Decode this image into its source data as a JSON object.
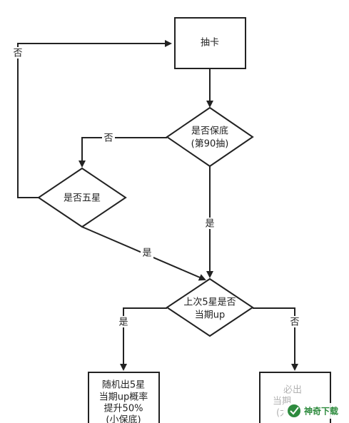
{
  "nodes": {
    "draw_card": {
      "label": "抽卡"
    },
    "is_pity": {
      "lines": [
        "是否保底",
        "(第90抽)"
      ]
    },
    "is_five_star": {
      "label": "是否五星"
    },
    "last_five_star_up": {
      "lines": [
        "上次5星是否",
        "当期up"
      ]
    },
    "random_five_star": {
      "lines": [
        "随机出5星",
        "当期up概率",
        "提升50%",
        "(小保底)"
      ]
    },
    "guaranteed_up": {
      "lines": [
        "必出",
        "当期",
        "(大"
      ]
    }
  },
  "edges": {
    "no_loop_back": "否",
    "pity_no": "否",
    "pity_yes": "是",
    "five_star_yes": "是",
    "last_up_yes": "是",
    "last_up_no": "否"
  },
  "watermark": {
    "text": "神奇下载",
    "color": "#2e8b3e"
  }
}
